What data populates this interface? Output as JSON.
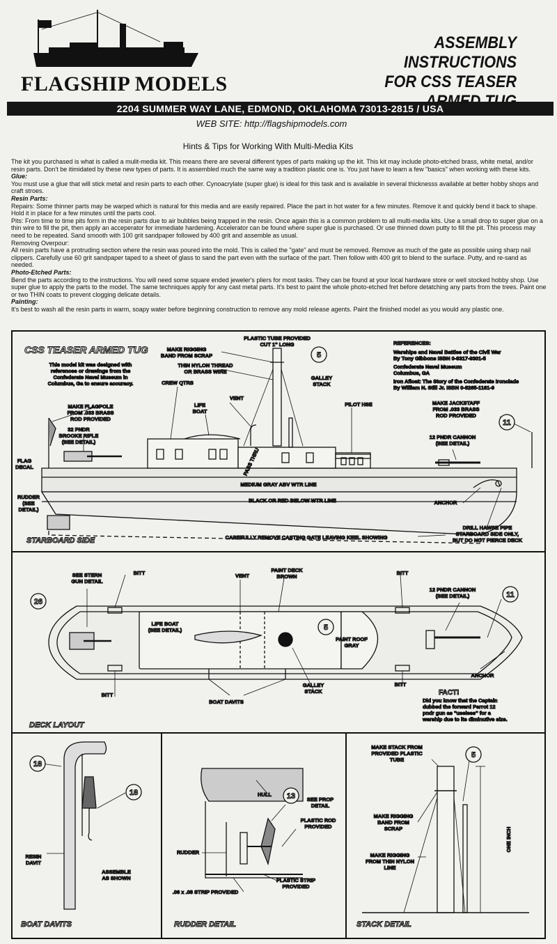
{
  "header": {
    "brand": "FLAGSHIP MODELS",
    "title_lines": [
      "ASSEMBLY INSTRUCTIONS",
      "FOR CSS TEASER",
      "ARMED TUG"
    ],
    "address": "2204 SUMMER WAY LANE, EDMOND, OKLAHOMA 73013-2815 / USA",
    "website": "WEB SITE: http://flagshipmodels.com",
    "hints_title": "Hints & Tips for Working With Multi-Media Kits"
  },
  "instructions": {
    "intro": "The kit you purchased is what is called a mulit-media kit. This means there are several different types of parts making up the kit. This kit may include photo-etched brass, white metal, and/or resin parts. Don't be itimidated by these new types of parts. It is assembled much the same way a tradition plastic one is. You just have to learn a few \"basics\" when working with these kits.",
    "glue_heading": "Glue:",
    "glue_text": "You must use a glue that will stick metal and resin parts to each other. Cynoacrylate (super glue) is ideal for this task and is available in several thicknesss available at better hobby shops and craft stroes.",
    "resin_heading": "Resin Parts:",
    "repairs_text": "Repairs: Some thinner parts may be warped which is natural for this media and are easily repaired. Place the part in hot water for a few minutes. Remove it and quickly bend it back to shape. Hold it in place for a few minutes until the parts cool.",
    "pits_text": "Pits: From time to time pits form in the resin parts due to air bubbles being trapped in the resin. Once again this is a common problem to all multi-media kits. Use a small drop to super glue on a thin wire to fill the pit, then apply an acceperator for immediate hardening. Accelerator can be found where super glue is purchased. Or use thinned down putty to fill the pit. This process may need to be repeated. Sand smooth with 100 grit sandpaper followed by 400 grit and assemble as usual.",
    "overpour_heading": "Removing Overpour:",
    "overpour_text": "All resin parts have a protruding section where the resin was poured into the mold. This is called the \"gate\" and must be removed. Remove as much of the gate as possible using sharp nail clippers. Carefully use 60 grit sandpaper taped to a sheet of glass to sand the part even with the surface of the part. Then follow with 400 grit to blend to the surface. Putty, and re-sand as needed.",
    "pe_heading": "Photo-Etched Parts:",
    "pe_text": "Bend the parts according to the instructions. You will need some square ended jeweler's pliers for most tasks. They can be found at your local hardware store or well stocked hobby shop. Use super glue to apply the parts to the model. The same techniques apply for any cast metal parts. It's best to paint the whole photo-etched fret before detatching any parts from the trees. Paint one or two THIN coats to prevent clogging delicate details.",
    "painting_heading": "Painting:",
    "painting_text": "It's best to wash all the resin parts in warm, soapy water before beginning construction to remove any mold release agents. Paint the finished model as you would any plastic one."
  },
  "starboard": {
    "title": "CSS TEASER ARMED TUG",
    "description": [
      "This model kit was designed with",
      "references or drawings from the",
      "Confederate Naval Museum in",
      "Columbus, Ga to ensure accuracy."
    ],
    "references_title": "REFERENCES:",
    "references": [
      "Warships and Naval Battles of the Civil War",
      "By Tony Gibbons ISBN 0-8317-9301-5",
      "Confederate Naval Museum",
      "Columbus, GA",
      "Iron Afloat: The Story of the Confederate Ironclads",
      "By William N. Still Jr. ISBN 0-8265-1161-9"
    ],
    "label_rigging": [
      "MAKE RIGGING",
      "BAND FROM SCRAP"
    ],
    "label_tube": [
      "PLASTIC TUBE PROVIDED",
      "CUT 1\" LONG"
    ],
    "label_nylon": [
      "THIN NYLON THREAD",
      "OR BRASS WIRE"
    ],
    "label_galley": [
      "GALLEY",
      "STACK"
    ],
    "label_crew": "CREW QTRS",
    "label_vent": "VENT",
    "label_lifeboat": [
      "LIFE",
      "BOAT"
    ],
    "label_pilot": "PILOT HSE",
    "label_flagpole": [
      "MAKE FLAGPOLE",
      "FROM .033 BRASS",
      "ROD PROVIDED"
    ],
    "label_rifle": [
      "32 PNDR",
      "BROOKE RIFLE",
      "(SEE DETAIL)"
    ],
    "label_jackstaff": [
      "MAKE JACKSTAFF",
      "FROM .033 BRASS",
      "ROD PROVIDED"
    ],
    "label_cannon": [
      "12 PNDR CANNON",
      "(SEE DETAIL)"
    ],
    "label_flag": [
      "FLAG",
      "DECAL"
    ],
    "label_rudder": [
      "RUDDER",
      "(SEE",
      "DETAIL)"
    ],
    "label_passthru": "PASS THRU",
    "label_gray": "MEDIUM GRAY ABV WTR LINE",
    "label_black": "BLACK OR RED BELOW WTR LINE",
    "label_anchor": "ANCHOR",
    "label_hawse": [
      "DRILL HAWSE PIPE",
      "STARBOARD SIDE ONLY,",
      "BUT DO NOT PIERCE DECK"
    ],
    "label_gate": "CAREFULLY REMOVE CASTING GATE LEAVING KEEL SHOWING",
    "caption": "STARBOARD SIDE",
    "num_5": "5",
    "num_11": "11"
  },
  "deck": {
    "label_stern": [
      "SEE STERN",
      "GUN DETAIL"
    ],
    "label_bitt": "BITT",
    "label_vent": "VENT",
    "label_paint_deck": [
      "PAINT DECK",
      "BROWN"
    ],
    "label_cannon": [
      "12 PNDR CANNON",
      "(SEE DETAIL)"
    ],
    "label_lifeboat": [
      "LIFE BOAT",
      "(SEE DETAIL)"
    ],
    "label_roof": [
      "PAINT ROOF",
      "GRAY"
    ],
    "label_anchor": "ANCHOR",
    "label_davits": "BOAT DAVITS",
    "label_galley": [
      "GALLEY",
      "STACK"
    ],
    "fact_title": "FACT!",
    "fact_text": [
      "Did you know that the Captain",
      "dubbed the forward Parrot 12",
      "pndr gun as \"useless\" for a",
      "warship due to its diminutive size."
    ],
    "caption": "DECK LAYOUT",
    "num_26": "26",
    "num_5": "5",
    "num_11": "11"
  },
  "davits": {
    "num_18": "18",
    "label_resin": [
      "RESIN",
      "DAVIT"
    ],
    "label_assemble": [
      "ASSEMBLE",
      "AS SHOWN"
    ],
    "caption": "BOAT DAVITS"
  },
  "rudder": {
    "label_hull": "HULL",
    "num_13": "13",
    "label_prop": [
      "SEE PROP",
      "DETAIL"
    ],
    "label_rod": [
      "PLASTIC ROD",
      "PROVIDED"
    ],
    "label_rudder": "RUDDER",
    "label_strip": [
      "PLASTIC STRIP",
      "PROVIDED"
    ],
    "label_06": ".06 x .08 STRIP PROVIDED",
    "caption": "RUDDER DETAIL"
  },
  "stack": {
    "label_make": [
      "MAKE STACK FROM",
      "PROVIDED PLASTIC",
      "TUBE"
    ],
    "num_5": "5",
    "label_band": [
      "MAKE RIGGING",
      "BAND FROM",
      "SCRAP"
    ],
    "label_nylon": [
      "MAKE RIGGING",
      "FROM THIN NYLON",
      "LINE"
    ],
    "label_inch": "ONE INCH",
    "caption": "STACK DETAIL"
  }
}
